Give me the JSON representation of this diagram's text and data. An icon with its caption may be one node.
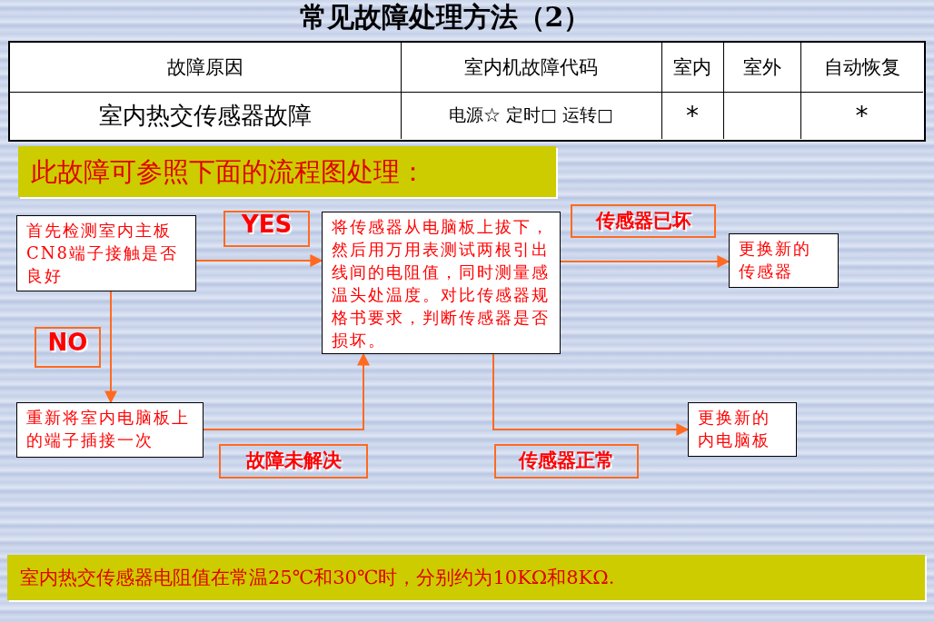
{
  "diagram": {
    "title": "常见故障处理方法（2）",
    "nodes": [
      {
        "text": [
          "首先检测室内主板CN8端子接触是否良好"
        ]
      },
      {
        "text": [
          "将传感器从电脑板上拔下，然后用万用表测试两根引出线间的电阻值，同时测量感温头处温度。对比传感器规格书要求，判断传感器是否损坏。"
        ]
      },
      {
        "text": [
          "更换新的传感器"
        ]
      },
      {
        "text": [
          "重新将室内电脑板上的端子插接一次"
        ]
      },
      {
        "text": [
          "更换新的内电脑板"
        ]
      }
    ],
    "edges": [
      {
        "from": 0,
        "to": 1,
        "arrow": "to",
        "label": "YES"
      },
      {
        "from": 0,
        "to": 3,
        "arrow": "to",
        "label": "NO"
      },
      {
        "from": 3,
        "to": 1,
        "arrow": "to",
        "label": "故障未解决"
      },
      {
        "from": 1,
        "to": 2,
        "arrow": "to",
        "label": "传感器已坏"
      },
      {
        "from": 1,
        "to": 4,
        "arrow": "to",
        "label": "传感器正常"
      }
    ],
    "labels": [
      "故障原因",
      "室内机故障代码",
      "室内",
      "室外",
      "自动恢复",
      "室内热交传感器故障",
      "电源☆ 定时□ 运转□",
      "*",
      "*",
      "此故障可参照下面的流程图处理：",
      "室内热交传感器电阻值在常温25℃和30℃时，分别约为10KΩ和8KΩ."
    ]
  }
}
